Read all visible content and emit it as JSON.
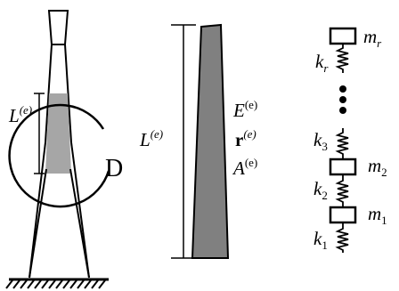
{
  "tower": {
    "element_length_label": "L",
    "element_superscript": "(e)",
    "detail_label": "D"
  },
  "element": {
    "length_label": "L",
    "length_superscript": "(e)",
    "property_labels": [
      {
        "symbol": "E",
        "superscript": "(e)"
      },
      {
        "symbol": "r",
        "superscript": "(e)"
      },
      {
        "symbol": "A",
        "superscript": "(e)"
      }
    ]
  },
  "spring_mass_model": {
    "masses": [
      {
        "label": "m",
        "subscript": "r"
      },
      {
        "label": "m",
        "subscript": "2"
      },
      {
        "label": "m",
        "subscript": "1"
      }
    ],
    "springs": [
      {
        "label": "k",
        "subscript": "r"
      },
      {
        "label": "k",
        "subscript": "3"
      },
      {
        "label": "k",
        "subscript": "2"
      },
      {
        "label": "k",
        "subscript": "1"
      }
    ],
    "ellipsis_dots": 3
  },
  "colors": {
    "line": "#000000",
    "element_fill": "#808080",
    "highlight_fill": "#a6a6a6",
    "background": "#ffffff"
  }
}
